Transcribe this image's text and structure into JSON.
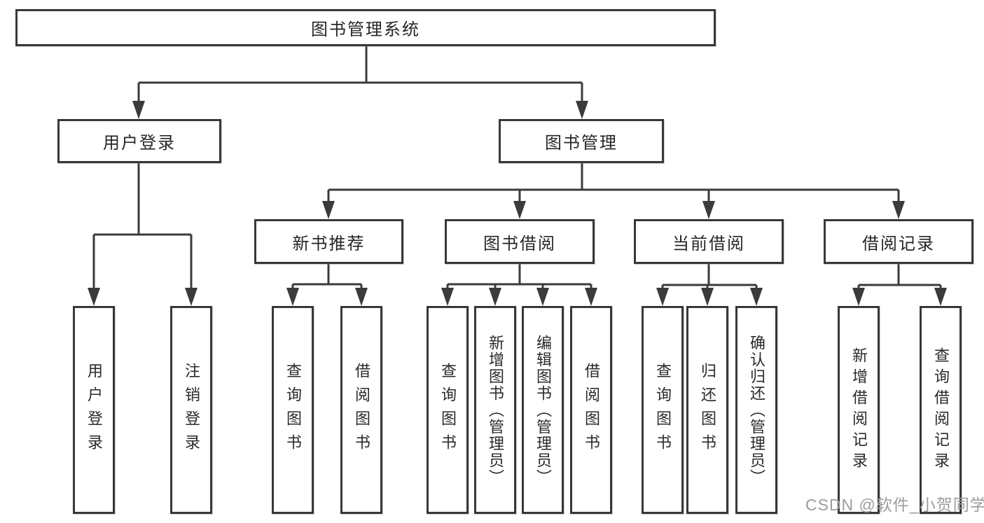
{
  "nodes": {
    "root": "图书管理系统",
    "user_login": "用户登录",
    "book_management": "图书管理",
    "new_book_recommend": "新书推荐",
    "book_borrowing": "图书借阅",
    "current_borrowing": "当前借阅",
    "borrowing_records": "借阅记录",
    "leaf_user_login": "用户登录",
    "leaf_logout": "注销登录",
    "leaf_rec_query_books": "查询图书",
    "leaf_rec_borrow_books": "借阅图书",
    "leaf_bor_query_books": "查询图书",
    "leaf_bor_add_books": "新增图书（管理员）",
    "leaf_bor_edit_books": "编辑图书（管理员）",
    "leaf_bor_borrow_books": "借阅图书",
    "leaf_cur_query_books": "查询图书",
    "leaf_cur_return_books": "归还图书",
    "leaf_cur_confirm_return": "确认归还（管理员）",
    "leaf_log_add_record": "新增借阅记录",
    "leaf_log_query_record": "查询借阅记录"
  },
  "watermark": {
    "text": "CSDN @软件_小贺同学",
    "color": "#9c9c9c"
  },
  "colors": {
    "line": "#3b3b3b",
    "box_background": "#ffffff",
    "text": "#2a2a2a"
  }
}
